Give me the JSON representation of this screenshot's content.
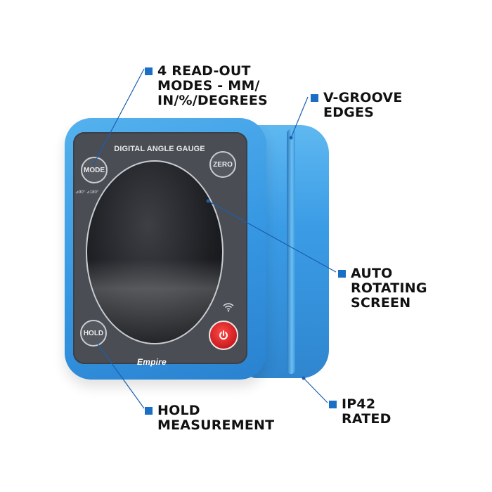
{
  "colors": {
    "callout_bullet": "#1a6ec4",
    "leader_line": "#1a5fb0",
    "device_blue": "#3596e2",
    "face_dark": "#4a4d54",
    "power_red": "#d6191f"
  },
  "device": {
    "title": "DIGITAL ANGLE GAUGE",
    "buttons": {
      "mode": "MODE",
      "zero": "ZERO",
      "hold": "HOLD"
    },
    "angle_marks": "⊿90° ⊿180°",
    "logo": "Empire",
    "icons": {
      "power": "power-icon",
      "wireless": "wireless-icon"
    }
  },
  "callouts": {
    "modes": [
      "4 READ-OUT",
      "MODES - MM/",
      "IN/%/DEGREES"
    ],
    "vgroove": [
      "V-GROOVE",
      "EDGES"
    ],
    "auto": [
      "AUTO",
      "ROTATING",
      "SCREEN"
    ],
    "hold": [
      "HOLD",
      "MEASUREMENT"
    ],
    "ip42": [
      "IP42",
      "RATED"
    ]
  }
}
